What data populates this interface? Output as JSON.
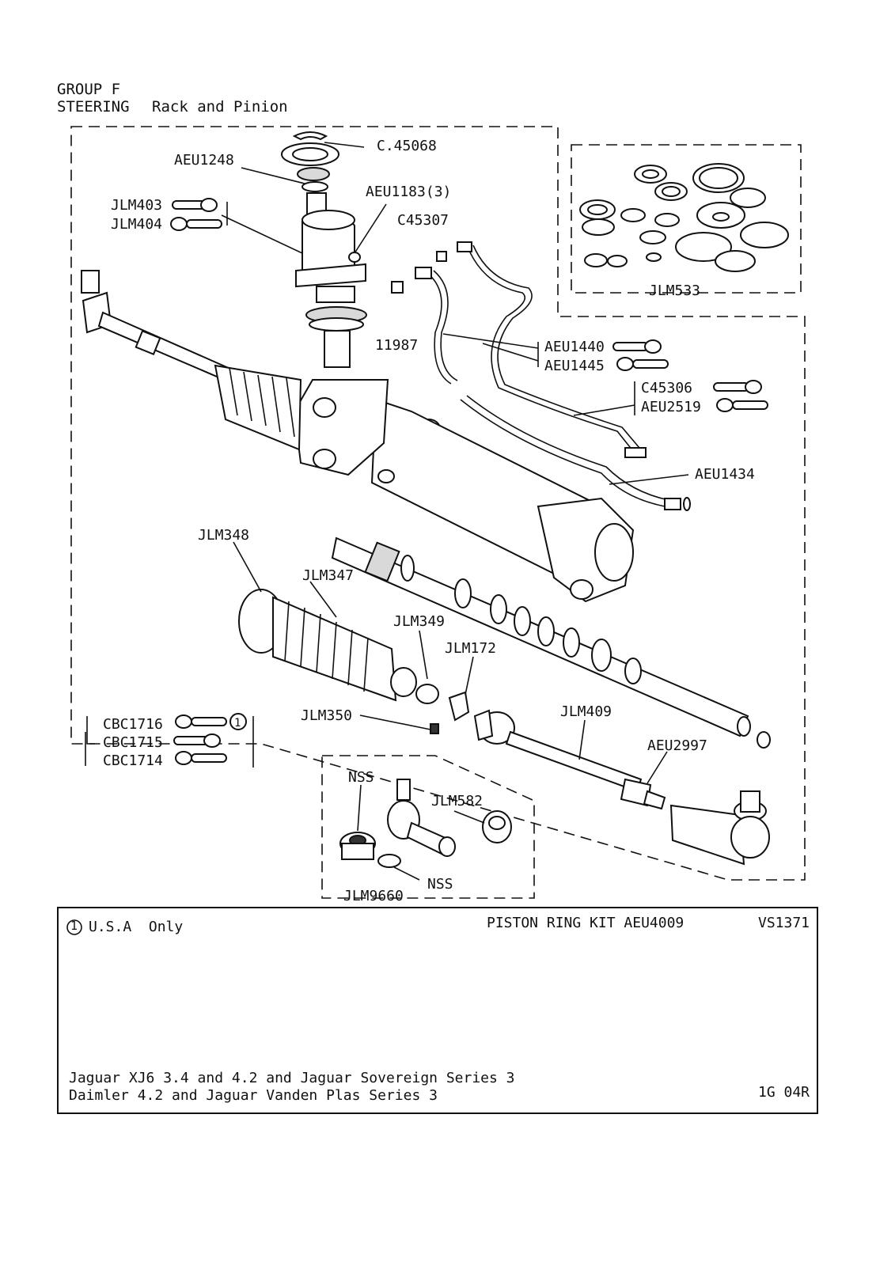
{
  "header": {
    "group": "GROUP F",
    "section": "STEERING",
    "subsection": "Rack and Pinion"
  },
  "callouts": {
    "c45068": "C.45068",
    "aeu1248": "AEU1248",
    "aeu1183": "AEU1183(3)",
    "c45307": "C45307",
    "jlm403": "JLM403",
    "jlm404": "JLM404",
    "jlm533": "JLM533",
    "n11987": "11987",
    "aeu1440": "AEU1440",
    "aeu1445": "AEU1445",
    "c45306": "C45306",
    "aeu2519": "AEU2519",
    "aeu1434": "AEU1434",
    "jlm348": "JLM348",
    "jlm347": "JLM347",
    "jlm349": "JLM349",
    "jlm172": "JLM172",
    "jlm409": "JLM409",
    "jlm350": "JLM350",
    "aeu2997": "AEU2997",
    "cbc1716": "CBC1716",
    "cbc1715": "CBC1715",
    "cbc1714": "CBC1714",
    "nss_top": "NSS",
    "jlm582": "JLM582",
    "nss_bottom": "NSS",
    "jlm9660": "JLM9660"
  },
  "footer": {
    "note_marker": "1",
    "note_text": "U.S.A  Only",
    "kit_text": "PISTON RING KIT AEU4009",
    "ref_code": "VS1371",
    "models_line1": "Jaguar XJ6 3.4 and 4.2 and Jaguar Sovereign Series 3",
    "models_line2": "Daimler 4.2 and Jaguar Vanden Plas Series 3",
    "page_code": "1G 04R"
  }
}
